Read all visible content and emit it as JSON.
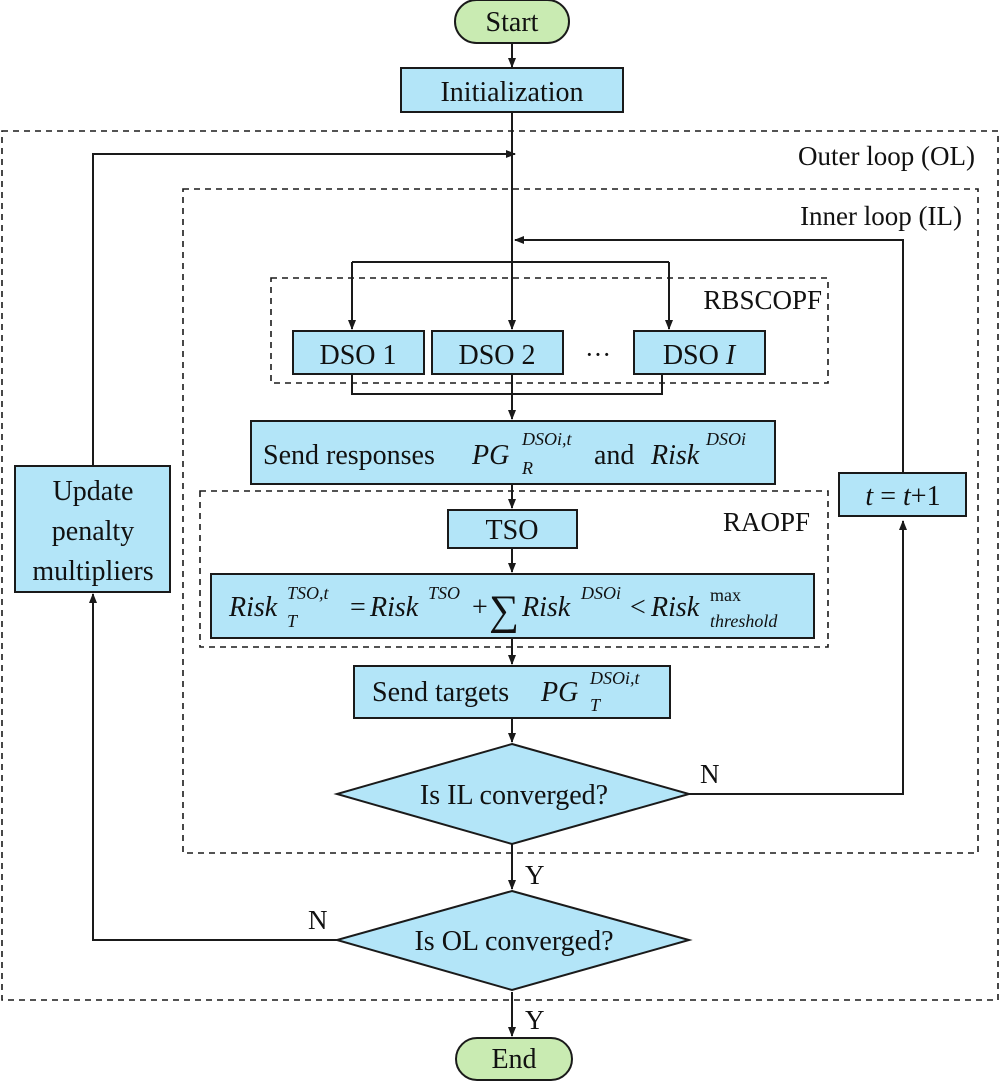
{
  "nodes": {
    "start": "Start",
    "initialization": "Initialization",
    "dso1": "DSO 1",
    "dso2": "DSO 2",
    "dso_ellipsis": "···",
    "dsoI": {
      "prefix": "DSO ",
      "var": "I"
    },
    "send_responses": {
      "prefix": "Send responses ",
      "pg": "PG",
      "pg_sup": "DSOi,t",
      "pg_sub": "R",
      "middle": " and ",
      "risk": "Risk",
      "risk_sup": "DSOi"
    },
    "tso": "TSO",
    "risk_eq": {
      "lhs": "Risk",
      "lhs_sup": "TSO,t",
      "lhs_sub": "T",
      "eq": "=",
      "term1": "Risk",
      "term1_sup": "TSO",
      "plus": "+",
      "sum": "∑",
      "term2": "Risk",
      "term2_sup": "DSOi",
      "lt": "<",
      "rhs": "Risk",
      "rhs_sup": "max",
      "rhs_sub": "threshold"
    },
    "send_targets": {
      "prefix": "Send targets ",
      "pg": "PG",
      "pg_sup": "DSOi,t",
      "pg_sub": "T"
    },
    "il_decision": "Is IL converged?",
    "ol_decision": "Is OL converged?",
    "update": [
      "Update",
      "penalty",
      "multipliers"
    ],
    "t_update": {
      "var": "t",
      "eq": " = ",
      "var2": "t",
      "rest": "+1"
    },
    "end": "End"
  },
  "regions": {
    "outer_loop": "Outer loop (OL)",
    "inner_loop": "Inner loop (IL)",
    "rbscopf": "RBSCOPF",
    "raopf": "RAOPF"
  },
  "edge_labels": {
    "il_no": "N",
    "il_yes": "Y",
    "ol_no": "N",
    "ol_yes": "Y"
  },
  "colors": {
    "process_fill": "#b3e5f8",
    "terminal_fill": "#c9ebb2",
    "stroke": "#1a1a1a"
  }
}
